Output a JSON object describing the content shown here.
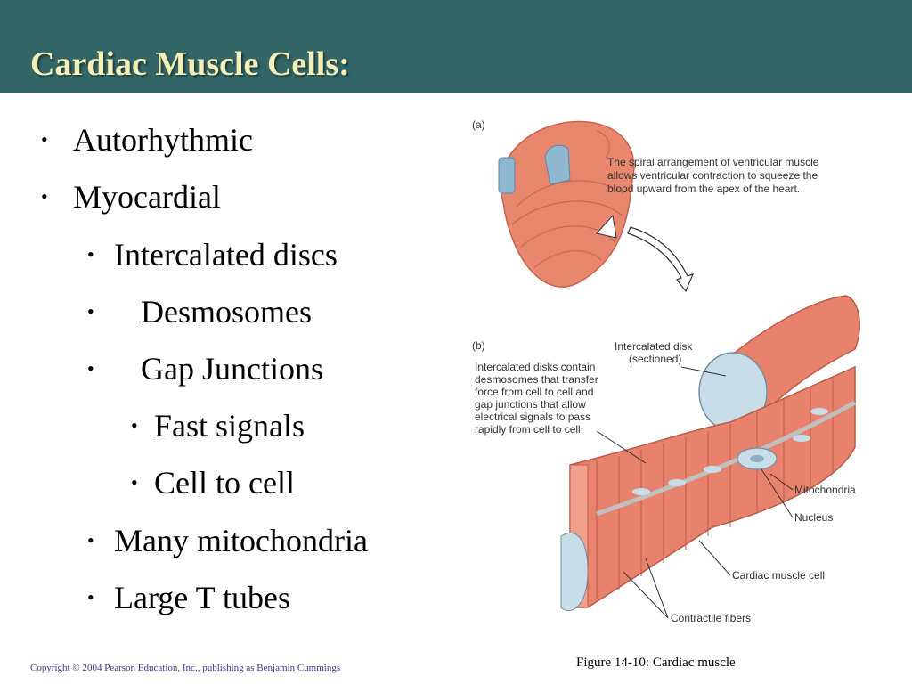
{
  "slide": {
    "title": "Cardiac Muscle Cells:",
    "bullets": [
      {
        "text": "Autorhythmic"
      },
      {
        "text": "Myocardial"
      },
      {
        "text": "Intercalated discs"
      },
      {
        "text": "Desmosomes"
      },
      {
        "text": "Gap Junctions"
      },
      {
        "text": "Fast  signals"
      },
      {
        "text": "Cell to cell"
      },
      {
        "text": "Many mitochondria"
      },
      {
        "text": "Large T tubes"
      }
    ]
  },
  "figure": {
    "panel_a": "(a)",
    "panel_b": "(b)",
    "spiral_text": [
      "The spiral arrangement of ventricular muscle",
      "allows ventricular contraction to squeeze the",
      "blood upward from the apex of the heart."
    ],
    "disk_label": [
      "Intercalated disk",
      "(sectioned)"
    ],
    "disk_text": [
      "Intercalated disks contain",
      "desmosomes that transfer",
      "force from cell to cell and",
      "gap junctions that allow",
      "electrical signals to pass",
      "rapidly from cell to cell."
    ],
    "mitochondria": "Mitochondria",
    "nucleus": "Nucleus",
    "cardiac_cell": "Cardiac muscle cell",
    "contractile": "Contractile fibers",
    "caption": "Figure 14-10: Cardiac muscle"
  },
  "footer": {
    "copyright": "Copyright © 2004 Pearson Education, Inc., publishing as Benjamin Cummings"
  },
  "colors": {
    "title_bar": "#336666",
    "title_text": "#f3efb8",
    "muscle": "#e9826c"
  }
}
